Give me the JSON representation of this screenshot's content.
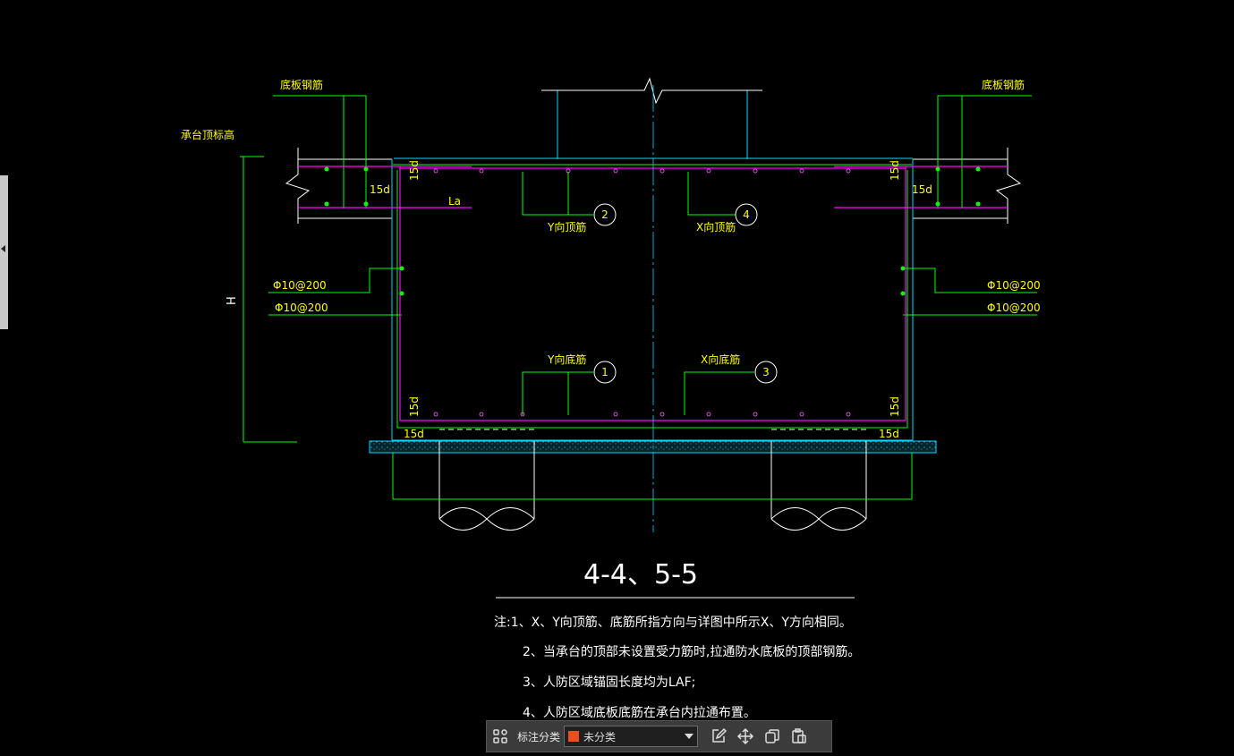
{
  "drawing": {
    "labels": {
      "bottom_rebar_left": "底板钢筋",
      "bottom_rebar_right": "底板钢筋",
      "cap_top_elev": "承台顶标高",
      "la": "La",
      "fifteen_d": "15d",
      "h": "H",
      "phi10_a": "Φ10@200",
      "phi10_b": "Φ10@200",
      "y_top": "Y向顶筋",
      "x_top": "X向顶筋",
      "y_bottom": "Y向底筋",
      "x_bottom": "X向底筋",
      "n1": "1",
      "n2": "2",
      "n3": "3",
      "n4": "4"
    },
    "section_title": "4-4、5-5",
    "notes": [
      "注:1、X、Y向顶筋、底筋所指方向与详图中所示X、Y方向相同。",
      "2、当承台的顶部未设置受力筋时,拉通防水底板的顶部钢筋。",
      "3、人防区域锚固长度均为LAF;",
      "4、人防区域底板底筋在承台内拉通布置。"
    ]
  },
  "toolbar": {
    "category_label": "标注分类",
    "selected_value": "未分类",
    "swatch_color": "#e8501e"
  },
  "colors": {
    "green": "#00ff00",
    "magenta": "#ff00ff",
    "cyan": "#00d8ff",
    "yellow": "#ffff00",
    "white": "#ffffff"
  }
}
